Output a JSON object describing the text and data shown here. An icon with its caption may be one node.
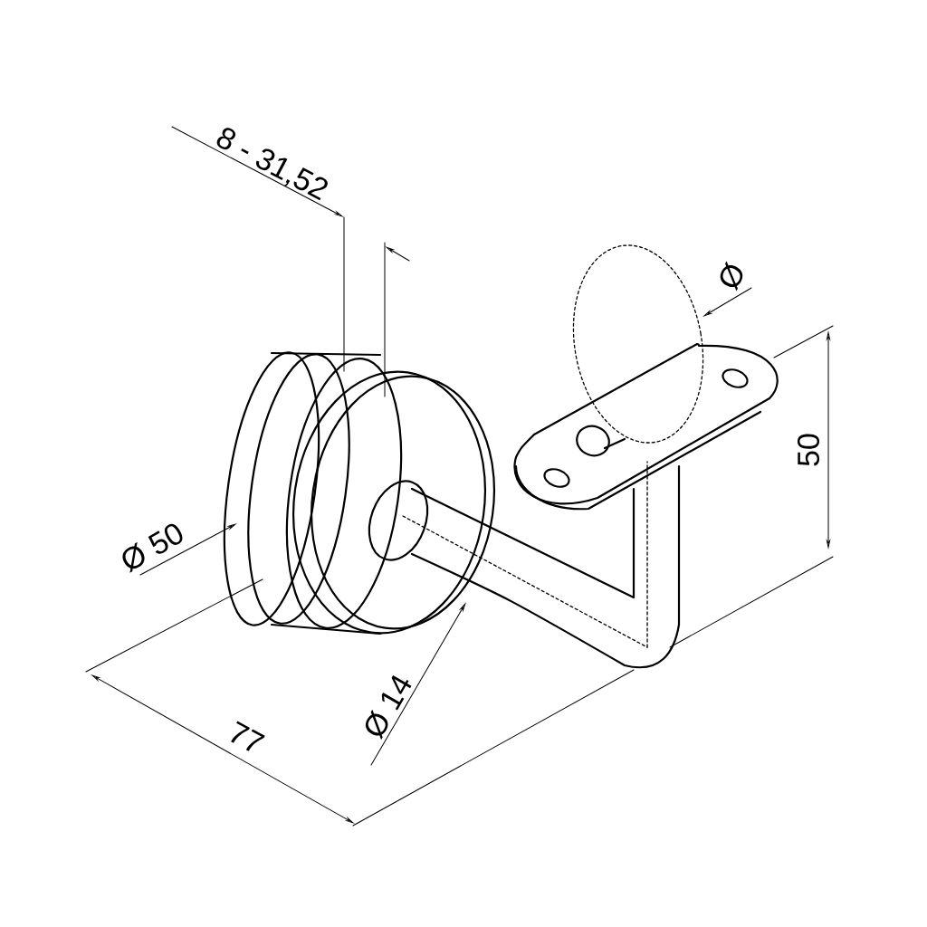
{
  "diagram": {
    "labels": [
      "8 - 31,52",
      "Ø",
      "50",
      "Ø 50",
      "Ø 14",
      "77"
    ]
  }
}
